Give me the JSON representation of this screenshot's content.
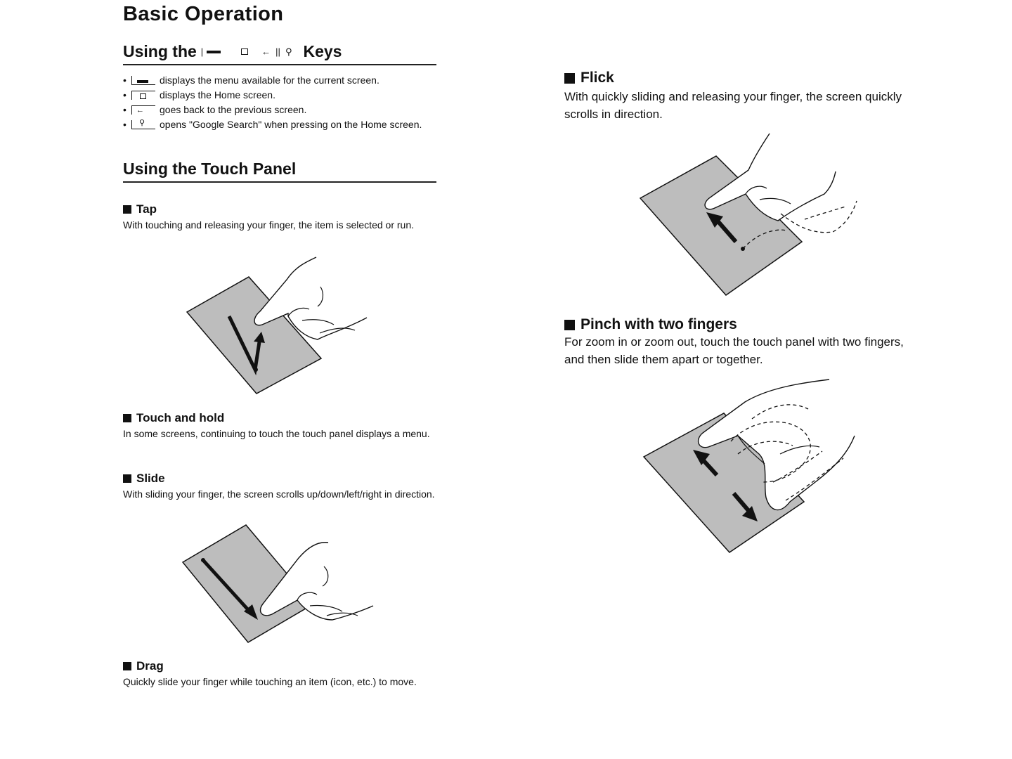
{
  "page": {
    "title": "Basic Operation"
  },
  "keys_section": {
    "heading_prefix": "Using the",
    "heading_suffix": "Keys",
    "heading_icons": [
      "menu-key-icon",
      "home-key-icon",
      "back-key-icon",
      "search-key-icon"
    ],
    "bullets": [
      {
        "icon": "menu-key-icon",
        "text": "displays the menu available for the current screen."
      },
      {
        "icon": "home-key-icon",
        "text": "displays the Home screen."
      },
      {
        "icon": "back-key-icon",
        "text": "goes back to the previous screen."
      },
      {
        "icon": "search-key-icon",
        "text": "opens \"Google Search\" when pressing on the Home screen."
      }
    ]
  },
  "touch_section": {
    "heading": "Using the Touch Panel"
  },
  "gestures": {
    "tap": {
      "title": "Tap",
      "text": "With touching and releasing your finger, the item is selected or run."
    },
    "touch_hold": {
      "title": "Touch and hold",
      "text": "In some screens, continuing to touch the touch panel displays a menu."
    },
    "slide": {
      "title": "Slide",
      "text": "With sliding your finger, the screen scrolls up/down/left/right in direction."
    },
    "drag": {
      "title": "Drag",
      "text": "Quickly slide your finger while touching an item (icon, etc.) to move."
    },
    "flick": {
      "title": "Flick",
      "text": "With quickly sliding and releasing your finger, the screen quickly scrolls in direction."
    },
    "pinch": {
      "title": "Pinch with two fingers",
      "text": "For zoom in or zoom out, touch the touch panel with two fingers, and then slide them apart or together."
    }
  },
  "colors": {
    "panel": "#bdbdbd",
    "ink": "#111111"
  }
}
